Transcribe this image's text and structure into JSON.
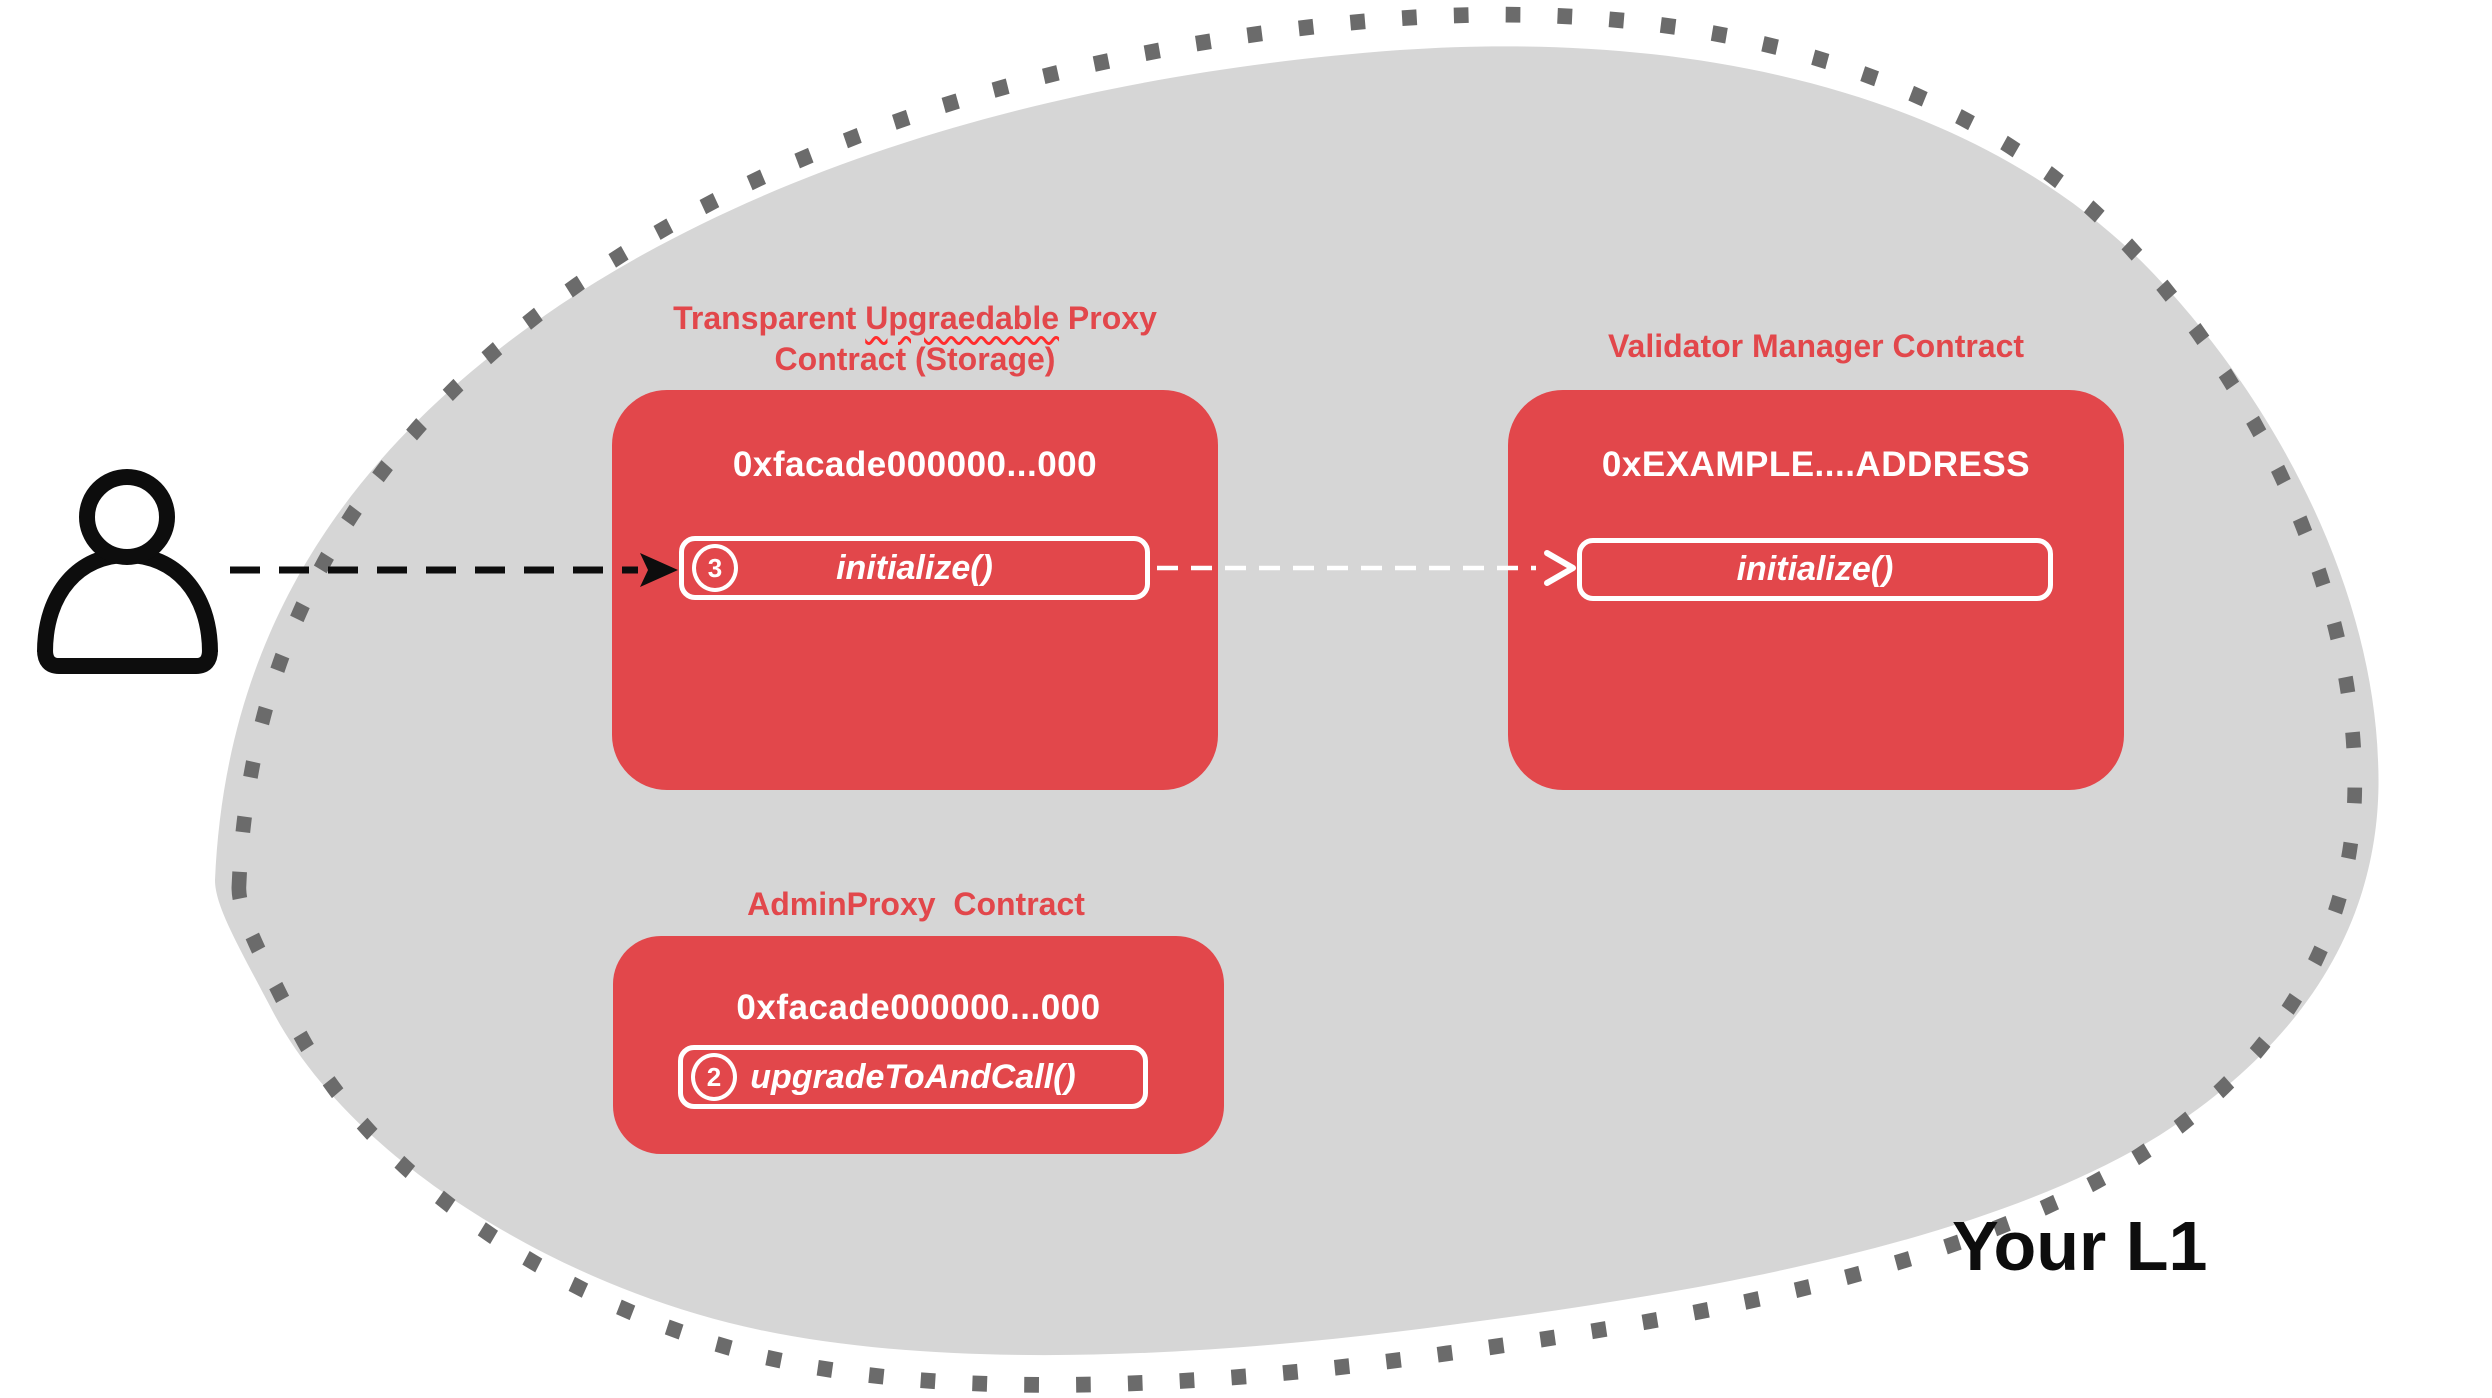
{
  "theme": {
    "accent_red": "#e2474b",
    "blob_gray": "#d6d6d6",
    "dot_gray": "#6b6b6b",
    "ink_black": "#0d0d0d",
    "pure_white": "#ffffff"
  },
  "region_label": "Your L1",
  "actor": {
    "icon": "user-icon"
  },
  "proxy_contract": {
    "title_line1_pre": "Transparent ",
    "title_line1_word": "Upgraedable",
    "title_line1_post": " Proxy",
    "title_line2": "Contract (Storage)",
    "address": "0xfacade000000...000",
    "method": {
      "step": "3",
      "label": "initialize()"
    }
  },
  "validator_contract": {
    "title": "Validator Manager Contract",
    "address": "0xEXAMPLE....ADDRESS",
    "method": {
      "label": "initialize()"
    }
  },
  "admin_contract": {
    "title": "AdminProxy  Contract",
    "address": "0xfacade000000...000",
    "method": {
      "step": "2",
      "label": "upgradeToAndCall()"
    }
  },
  "connections": [
    {
      "from": "user",
      "to": "proxy_contract.method",
      "style": "black-dashed-arrow"
    },
    {
      "from": "proxy_contract.method",
      "to": "validator_contract.method",
      "style": "white-dashed-arrow"
    }
  ]
}
